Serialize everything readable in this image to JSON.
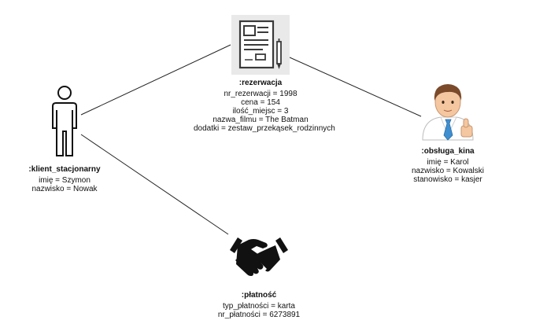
{
  "nodes": {
    "rezerwacja": {
      "title": ":rezerwacja",
      "attrs": [
        "nr_rezerwacji = 1998",
        "cena = 154",
        "ilość_miejsc = 3",
        "nazwa_filmu = The Batman",
        "dodatki = zestaw_przekąsek_rodzinnych"
      ],
      "icon": "document-icon"
    },
    "klient": {
      "title": ":klient_stacjonarny",
      "attrs": [
        "imię = Szymon",
        "nazwisko = Nowak"
      ],
      "icon": "person-outline-icon"
    },
    "obsluga": {
      "title": ":obsługa_kina",
      "attrs": [
        "imię = Karol",
        "nazwisko = Kowalski",
        "stanowisko = kasjer"
      ],
      "icon": "businessman-thumbs-up-icon"
    },
    "platnosc": {
      "title": ":płatność",
      "attrs": [
        "typ_płatności = karta",
        "nr_płatności = 6273891"
      ],
      "icon": "handshake-icon"
    }
  },
  "colors": {
    "line": "#222222",
    "icon_bg": "#e9e9e9",
    "skin": "#f5c7a1",
    "hair": "#7a4a2a",
    "tie": "#3f8fd0"
  }
}
